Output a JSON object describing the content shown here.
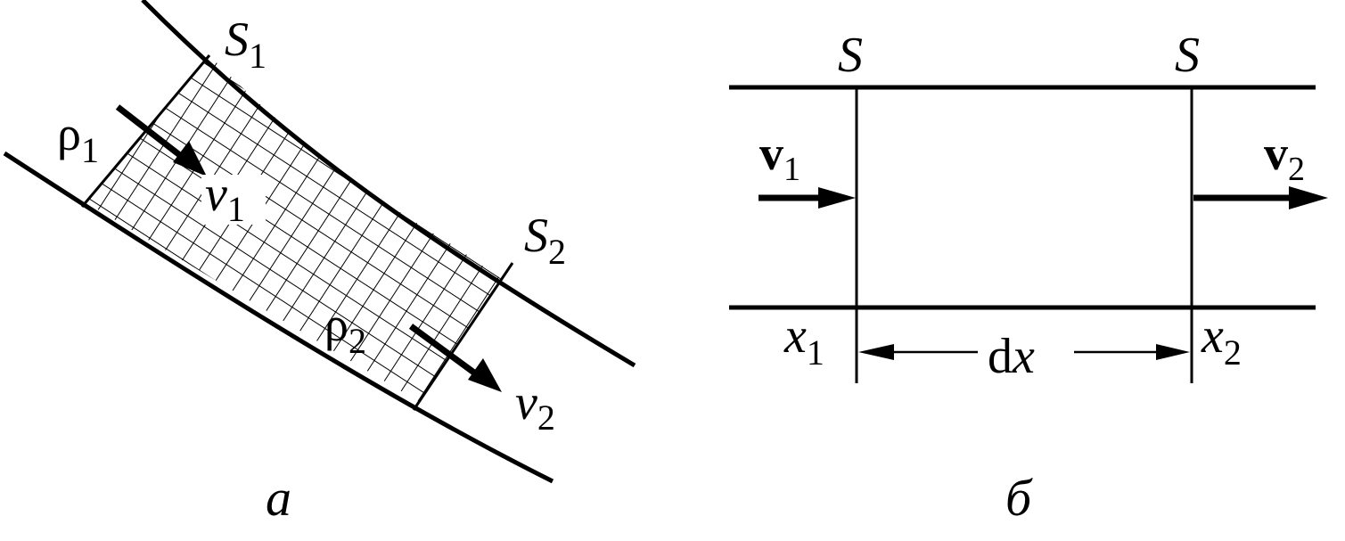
{
  "panel_a": {
    "caption": "а",
    "section_1": {
      "letter": "S",
      "sub": "1"
    },
    "section_2": {
      "letter": "S",
      "sub": "2"
    },
    "density_1": {
      "letter": "ρ",
      "sub": "1"
    },
    "density_2": {
      "letter": "ρ",
      "sub": "2"
    },
    "velocity_1": {
      "letter": "v",
      "sub": "1"
    },
    "velocity_2": {
      "letter": "v",
      "sub": "2"
    }
  },
  "panel_b": {
    "caption": "б",
    "section_left": "S",
    "section_right": "S",
    "velocity_1": {
      "letter": "v",
      "sub": "1"
    },
    "velocity_2": {
      "letter": "v",
      "sub": "2"
    },
    "coord_1": {
      "letter": "x",
      "sub": "1"
    },
    "coord_2": {
      "letter": "x",
      "sub": "2"
    },
    "length": {
      "prefix": "d",
      "letter": "x"
    }
  },
  "colors": {
    "ink": "#000000",
    "background": "#ffffff"
  }
}
